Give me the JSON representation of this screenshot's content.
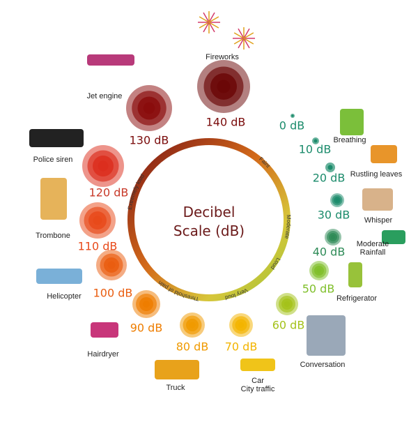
{
  "title_line1": "Decibel",
  "title_line2": "Scale (dB)",
  "arc_labels": [
    "Threshold of pain",
    "Extremely loud",
    "Faint",
    "Moderate",
    "Loud",
    "Very loud"
  ],
  "levels": [
    {
      "db": "0 dB",
      "source": "",
      "color": "#1b8b6b"
    },
    {
      "db": "10 dB",
      "source": "Breathing",
      "color": "#1b8b6b"
    },
    {
      "db": "20 dB",
      "source": "Rustling leaves",
      "color": "#1b8b6b"
    },
    {
      "db": "30 dB",
      "source": "Whisper",
      "color": "#1b8b6b"
    },
    {
      "db": "40 dB",
      "source": "Moderate Rainfall",
      "color": "#2e8b57"
    },
    {
      "db": "50 dB",
      "source": "Refrigerator",
      "color": "#7fbf2a"
    },
    {
      "db": "60 dB",
      "source": "Conversation",
      "color": "#a4c21a"
    },
    {
      "db": "70 dB",
      "source": "Car City traffic",
      "color": "#f3b400"
    },
    {
      "db": "80 dB",
      "source": "Truck",
      "color": "#f09a00"
    },
    {
      "db": "90 dB",
      "source": "Hairdryer",
      "color": "#ee7d00"
    },
    {
      "db": "100 dB",
      "source": "Helicopter",
      "color": "#ea5d10"
    },
    {
      "db": "110 dB",
      "source": "Trombone",
      "color": "#e84a1a"
    },
    {
      "db": "120 dB",
      "source": "Police siren",
      "color": "#dc2e1e"
    },
    {
      "db": "130 dB",
      "source": "Jet engine",
      "color": "#8a0c0c"
    },
    {
      "db": "140 dB",
      "source": "Fireworks",
      "color": "#6b0707"
    }
  ]
}
